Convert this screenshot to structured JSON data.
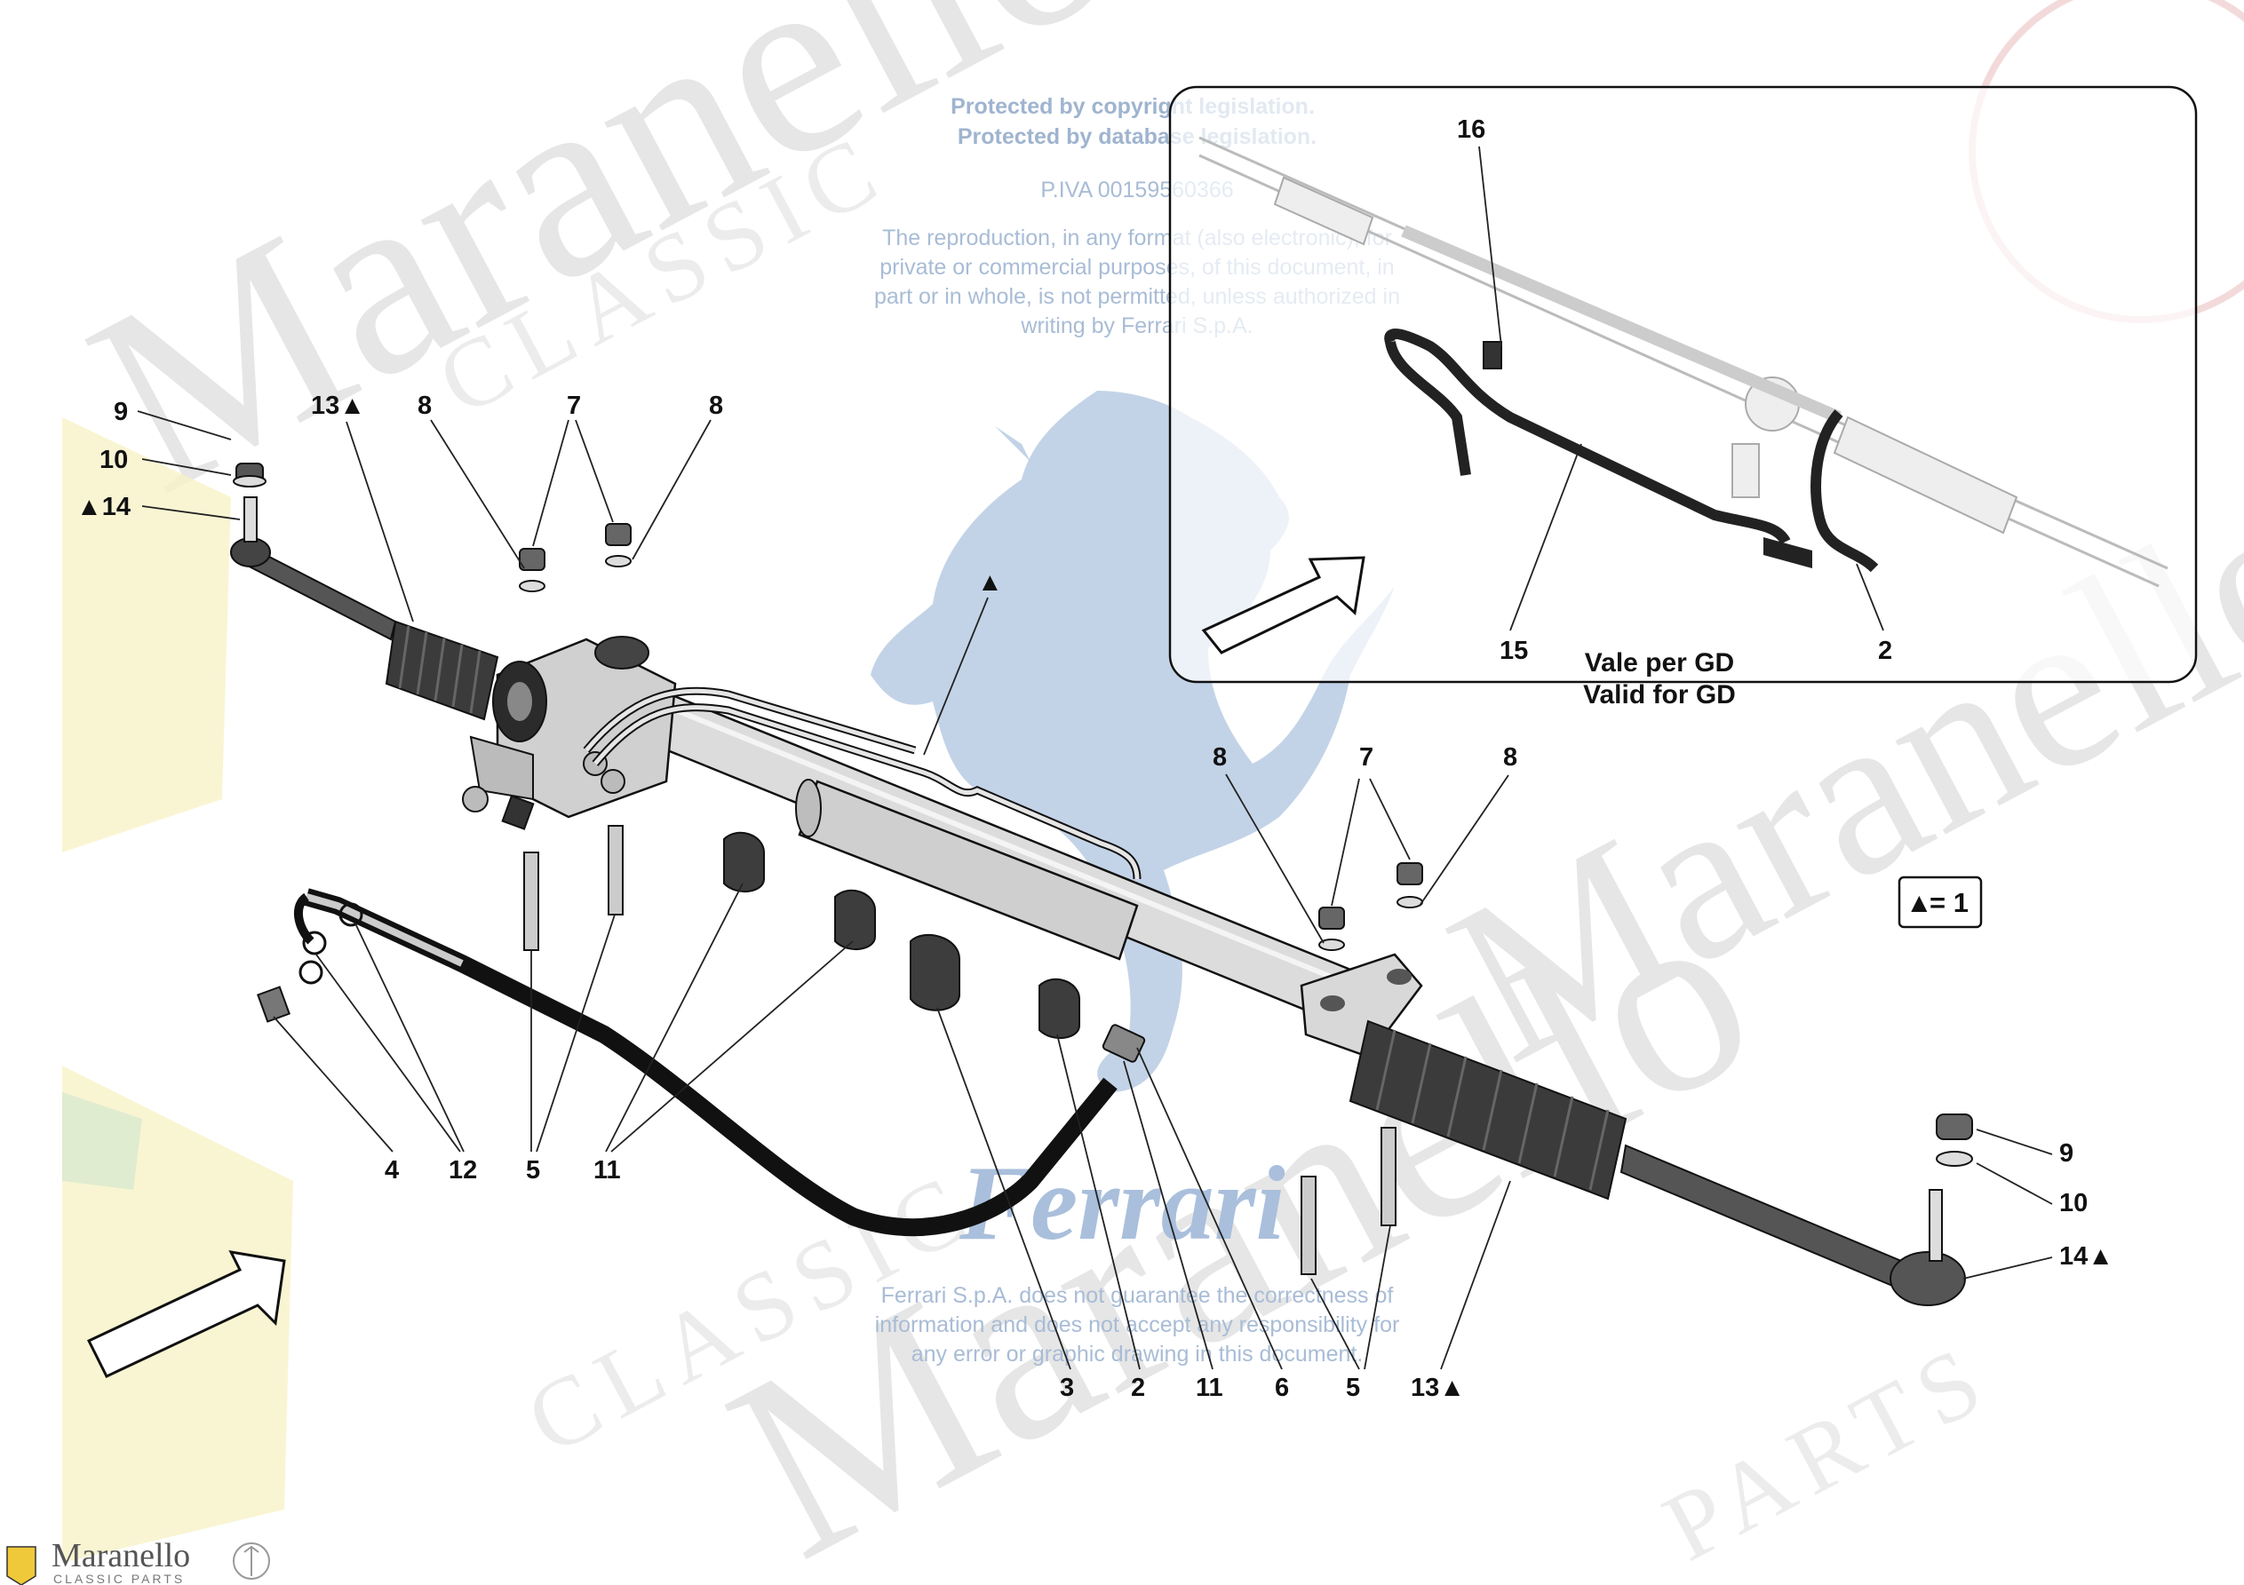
{
  "copyright": {
    "line1": "Protected by copyright legislation.",
    "line2": "Protected by database legislation.",
    "piva": "P.IVA 00159560366",
    "repro": [
      "The reproduction, in any format (also electronic), for",
      "private or commercial purposes, of this document, in",
      "part or in whole, is not permitted, unless authorized in",
      "writing by Ferrari S.p.A."
    ],
    "disclaimer": [
      "Ferrari S.p.A. does not guarantee the correctness of",
      "information and does not accept any responsibility for",
      "any error or graphic drawing in this document."
    ]
  },
  "ferrari_wordmark": "Ferrari",
  "watermark": {
    "big": "Maranello",
    "sub1": "CLASSIC",
    "sub2": "PARTS"
  },
  "inset": {
    "caption_it": "Vale per GD",
    "caption_en": "Valid for GD",
    "callouts": [
      "16",
      "15",
      "2"
    ]
  },
  "legend": {
    "symbol": "▲",
    "text": "= 1"
  },
  "callouts": [
    "9",
    "10",
    "▲14",
    "13▲",
    "8",
    "7",
    "8",
    "▲",
    "8",
    "7",
    "8",
    "4",
    "12",
    "5",
    "11",
    "3",
    "2",
    "11",
    "6",
    "5",
    "13▲",
    "9",
    "10",
    "14▲"
  ],
  "brand": {
    "name": "Maranello",
    "sub": "CLASSIC PARTS"
  },
  "colors": {
    "outline": "#111111",
    "part_fill": "#d9d9d9",
    "part_dark": "#3a3a3a",
    "ferrari_blue": "#a9bfdc",
    "copyright_text": "#9fb4cf"
  }
}
